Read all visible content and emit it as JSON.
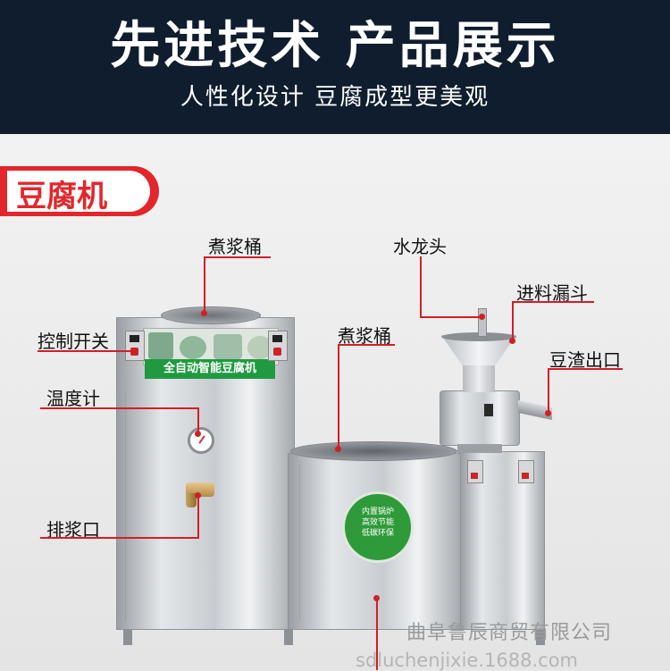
{
  "header": {
    "title": "先进技术 产品展示",
    "subtitle": "人性化设计 豆腐成型更美观"
  },
  "tag": "豆腐机",
  "callouts": {
    "boiling_barrel_top": "煮浆桶",
    "faucet": "水龙头",
    "feed_hopper": "进料漏斗",
    "control_switch": "控制开关",
    "boiling_barrel_mid": "煮浆桶",
    "residue_outlet": "豆渣出口",
    "thermometer": "温度计",
    "discharge_port": "排浆口"
  },
  "machine": {
    "nameplate": "全自动智能豆腐机",
    "badge_lines": [
      "内置锅炉",
      "高效节能",
      "低碳环保"
    ]
  },
  "watermark": {
    "company": "曲阜鲁辰商贸有限公司",
    "url": "sdluchenjixie.1688.com"
  },
  "colors": {
    "header_bg": "#0f1d2e",
    "accent_red": "#e3262b",
    "badge_green": "#2f9a3a"
  }
}
